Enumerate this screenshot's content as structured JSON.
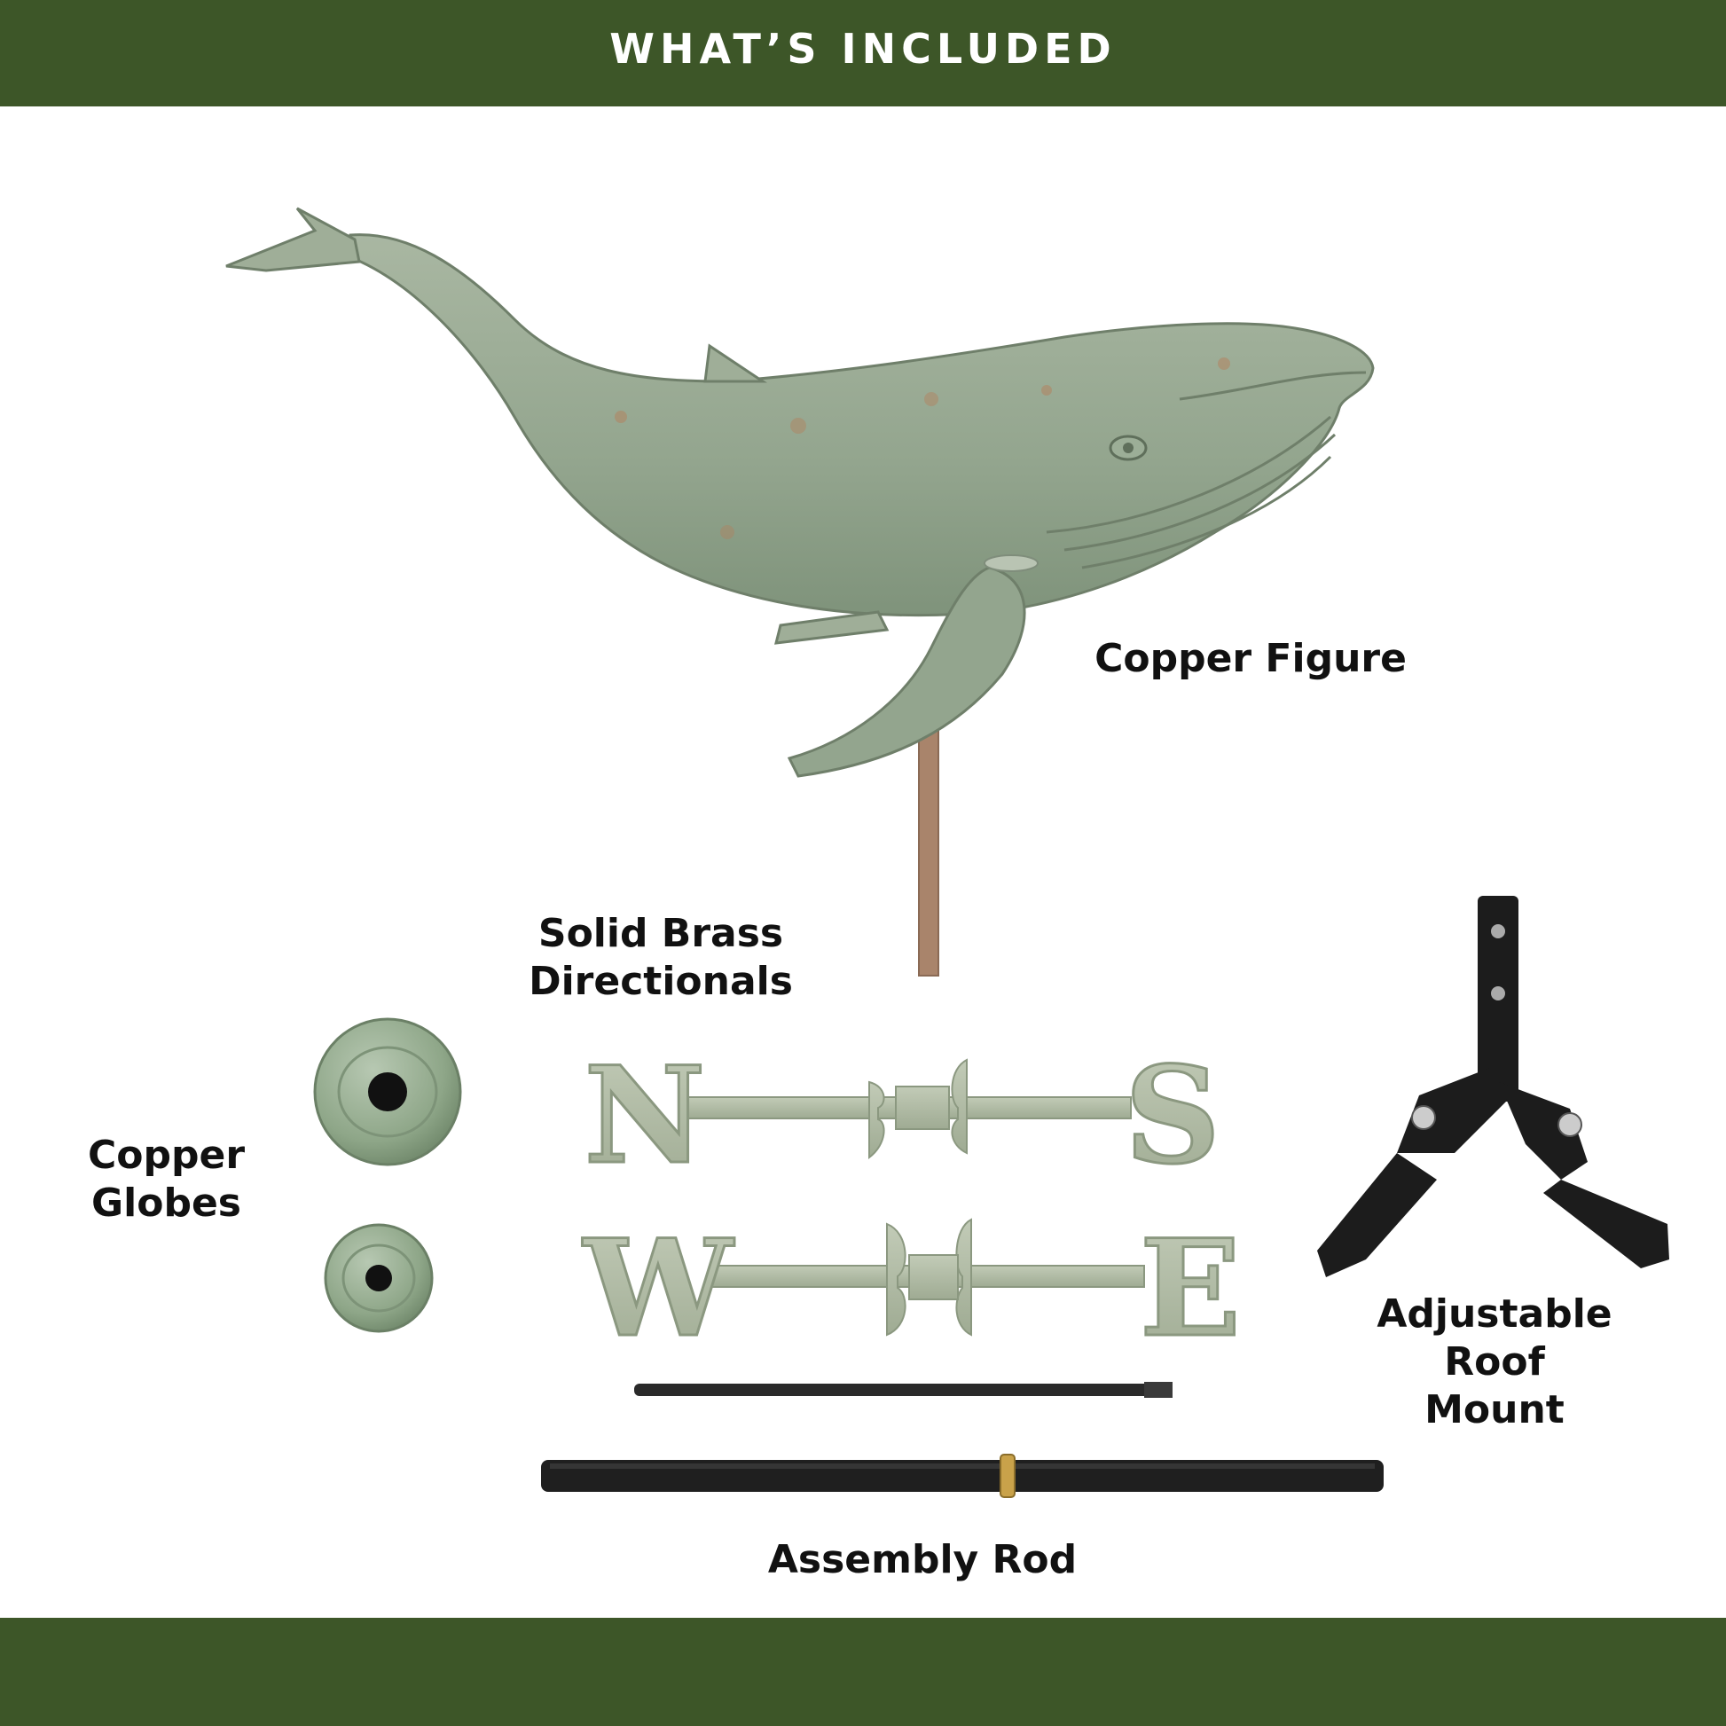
{
  "header": {
    "title": "WHAT’S INCLUDED"
  },
  "labels": {
    "copper_figure": "Copper Figure",
    "directionals": "Solid Brass\nDirectionals",
    "copper_globes": "Copper\nGlobes",
    "roof_mount": "Adjustable\nRoof\nMount",
    "assembly_rod": "Assembly Rod"
  },
  "directionals": {
    "row1": [
      "N",
      "S"
    ],
    "row2": [
      "W",
      "E"
    ]
  },
  "icons": [
    "whale-figure-icon",
    "copper-globe-icon",
    "directional-letters-icon",
    "roof-mount-icon",
    "rod-icon"
  ],
  "colors": {
    "band": "#3d5628",
    "patina": "#9aab95",
    "copper_accent": "#b77a55",
    "iron": "#1f1f1f"
  }
}
